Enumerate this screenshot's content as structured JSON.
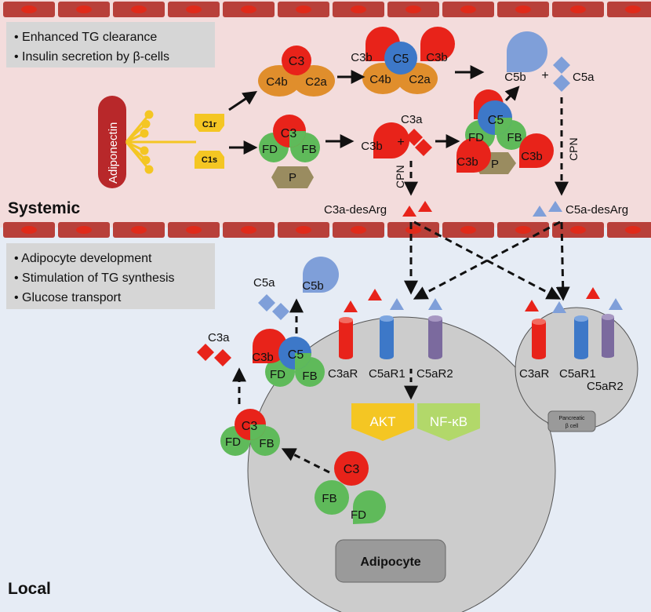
{
  "systemic": {
    "region_label": "Systemic",
    "bullets": [
      "• Enhanced TG clearance",
      "• Insulin secretion by β-cells"
    ],
    "adiponectin": "Adiponectin",
    "c1r": "C1r",
    "c1s": "C1s",
    "c3": "C3",
    "c4b": "C4b",
    "c2a": "C2a",
    "c3b": "C3b",
    "c5": "C5",
    "c5b": "C5b",
    "plus": "+",
    "c5a": "C5a",
    "fd": "FD",
    "fb": "FB",
    "p": "P",
    "c3a": "C3a",
    "cpn": "CPN",
    "c3a_desarg": "C3a-desArg",
    "c5a_desarg": "C5a-desArg"
  },
  "local": {
    "region_label": "Local",
    "bullets": [
      "• Adipocyte development",
      "• Stimulation of TG synthesis",
      "• Glucose transport"
    ],
    "c5a": "C5a",
    "c5b": "C5b",
    "c3a": "C3a",
    "c3b": "C3b",
    "c5": "C5",
    "c3": "C3",
    "fd": "FD",
    "fb": "FB",
    "c3ar": "C3aR",
    "c5ar1": "C5aR1",
    "c5ar2": "C5aR2",
    "akt": "AKT",
    "nfkb": "NF-κB",
    "adipocyte": "Adipocyte",
    "pancreatic_line1": "Pancreatic",
    "pancreatic_line2": "β cell"
  },
  "colors": {
    "systemic_bg": "#f3dcdc",
    "local_bg": "#e6ecf5",
    "vessel_cell": "#b8403a",
    "vessel_nucleus": "#e02a1a",
    "c3_red": "#e8231a",
    "c5_blue": "#3d78c8",
    "c5b_light": "#7f9fd9",
    "orange": "#e08e2c",
    "green": "#5fba5a",
    "p_olive": "#9a8c60",
    "yellow": "#f4c623",
    "lime": "#b2d86a",
    "cell_grey": "#cccccc",
    "c5ar2_purple": "#7b6a9e"
  }
}
